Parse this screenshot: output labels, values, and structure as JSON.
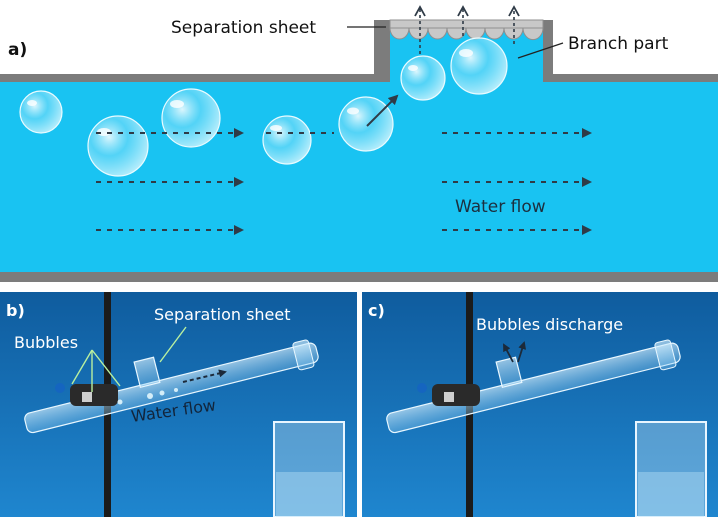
{
  "panel_a": {
    "label": "a)",
    "separation_sheet_label": "Separation sheet",
    "branch_part_label": "Branch part",
    "water_flow_label": "Water flow"
  },
  "panel_b": {
    "label": "b)",
    "separation_sheet_label": "Separation sheet",
    "bubbles_label": "Bubbles",
    "water_flow_label": "Water flow"
  },
  "panel_c": {
    "label": "c)",
    "bubbles_discharge_label": "Bubbles discharge"
  },
  "colors": {
    "water": "#19c3f2",
    "wall": "#7c7c7c",
    "photo_bg_top": "#0f5c9e",
    "photo_bg_bottom": "#1f86cf",
    "arrow": "#2f3b47",
    "annotation_line": "#b9f0a0"
  }
}
